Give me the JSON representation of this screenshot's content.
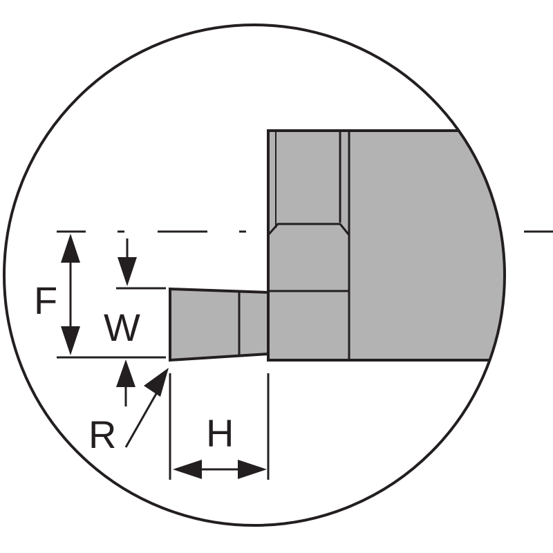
{
  "labels": {
    "f": "F",
    "w": "W",
    "r": "R",
    "h": "H"
  },
  "colors": {
    "stroke": "#231f20",
    "fill": "#b3b3b3",
    "background": "#ffffff"
  }
}
